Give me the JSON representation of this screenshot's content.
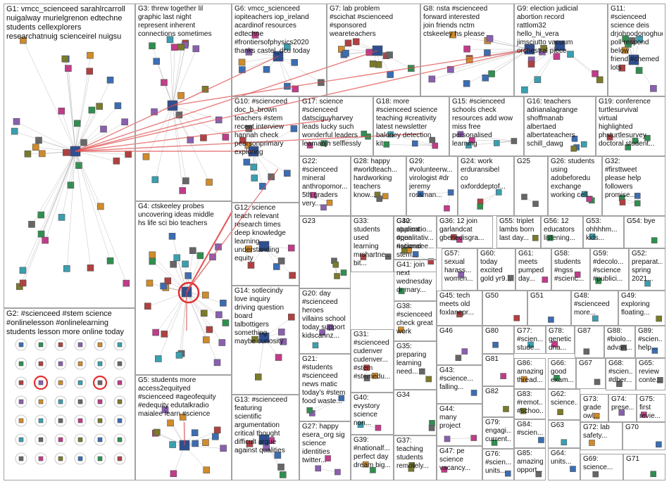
{
  "title": "",
  "groups": [
    {
      "id": "G1",
      "label": "G1: vmcc_scienceed sarahlrcarroll\nnuigalway murielgrenon edtechne\nstudents cellexplorers\nresearchatnuig scienceirel nuigsu"
    },
    {
      "id": "G2",
      "label": "G2: #scienceed #stem science\n#onlinelesson #onlinelearning\nstudents lesson more online today"
    },
    {
      "id": "G3",
      "label": "G3: threw together lil\ngraphic last night\nrepresent inherent\nconnections sometimes"
    },
    {
      "id": "G4",
      "label": "G4: ctskeeley probes\nuncovering ideas middle\nhs life sci bio teachers"
    },
    {
      "id": "G5",
      "label": "G5: students more\naccess2equityed\n#scienceed #ageofequity\n#edequity edutalkradio\nmaialee learn #science"
    },
    {
      "id": "G6",
      "label": "G6: vmcc_scienceed\niopiteachers iop_ireland\nacardinof resources\nedtechne\n#frontiersofphysics2020\nthanks castel_dcu today"
    },
    {
      "id": "G7",
      "label": "G7: lab problem\n#scichat #scienceed\n#sponsored\nweareteachers"
    },
    {
      "id": "G8",
      "label": "G8: nsta #scienceed\nforward interested\njoin friends nctm\nctskeeley hs please"
    },
    {
      "id": "G9",
      "label": "G9: election judicial\nabortion record\nrattlom32\nhello_hi_vera\njimsciutto vacuum\norchestral piece"
    },
    {
      "id": "G10",
      "label": "G10: #scienceed\ndoc_b_brown\nteachers #stem\nrecent interview\nhannah check\npearsonprimary\nexploring"
    },
    {
      "id": "G11",
      "label": "G11: #scienceed\nscience deis\ndrjohnodonoghue\npoll respond below\nfriend #chemed lots"
    },
    {
      "id": "G12",
      "label": "G12: science\nteach relevant\nresearch times\ndeep knowledge\nlearning\nunderstanding\nequity"
    },
    {
      "id": "G13",
      "label": "G13: #scienceed\nfeaturing\nscientific\nargumentation\ncritical thought\ndifficult argue\nagainst qualities"
    },
    {
      "id": "G14",
      "label": "G14: sotlecindy\nlove inquiry\ndriving question\nboard\ntalbottigers\nsomething\nmaybe curiosity"
    },
    {
      "id": "G15",
      "label": "G15: #scienceed\nschools check\nresources add wow\nmiss free\npersonalised\nlearning"
    },
    {
      "id": "G16",
      "label": "G16: teachers\nadrianalagrange\nshoffmanab\nalbertaed\nalbertateachers\nschill_dawg"
    },
    {
      "id": "G17",
      "label": "G17: science\n#scienceed\ndatsciguyharvey\nleads lucky such\nwonderful leaders\nleamanjh selflessly"
    },
    {
      "id": "G18",
      "label": "G18: more\n#scienceed science\nteaching #creativity\nlatest newsletter\nbaloney detection\nkit"
    },
    {
      "id": "G19",
      "label": "G19: conference\nturtlesurvival\nvirtual\nhighlighted\nphsturtlesurvey\ndoctoral student..."
    },
    {
      "id": "G20",
      "label": "G20: day\n#scienceed heroes\nvillains school\ntoday support\nkidscannz..."
    },
    {
      "id": "G21",
      "label": "G21: #students\n#scienceed\nnews matic\ntoday's #stem\nfood waste..."
    },
    {
      "id": "G22",
      "label": "G22:\n#scienceed\nmineral\nanthropomor...\n5th graders\nvery..."
    },
    {
      "id": "G23",
      "label": "G23"
    },
    {
      "id": "G24",
      "label": "G24: work\nerduransibel\nco\noxforddeptof..."
    },
    {
      "id": "G25",
      "label": "G25"
    },
    {
      "id": "G26",
      "label": "G26: students\nusing\nadobeforedu\nexchange\nworking cell..."
    },
    {
      "id": "G27",
      "label": "G27: happy\nesera_org sig\nscience\nidentities\ntwitter..."
    },
    {
      "id": "G28",
      "label": "G28: happy\n#worldteach...\nhardworking\nteachers\nknow..."
    },
    {
      "id": "G29",
      "label": "G29:\n#volunteerw...\nvirologist #dr\njeremy\nrossman..."
    },
    {
      "id": "G30",
      "label": "G30:\napplicatio...\nopen\nnational\nstem..."
    },
    {
      "id": "G31",
      "label": "G31:\n#scienceed\ncudenver\ncudenver...\n#stem\n#stemedu..."
    },
    {
      "id": "G32",
      "label": "G32:\n#firsttweet\nplease help\nfollowers\npromise..."
    },
    {
      "id": "G33",
      "label": "G33:\nstudents\nused\nlearning\nmrshartne...\nbit..."
    },
    {
      "id": "G34",
      "label": "G34"
    },
    {
      "id": "G35",
      "label": "G35:\npreparing\nlearning\nneed..."
    },
    {
      "id": "G36",
      "label": "G36: 12 join\ngarlandcat\ngbenedisgra..."
    },
    {
      "id": "G37",
      "label": "G37:\nteaching\nstudents\nremotely..."
    },
    {
      "id": "G38",
      "label": "G38:\n#scienceed\ncheck great\nwork"
    },
    {
      "id": "G39",
      "label": "G39:\n#nationalf...\nperfect day\ndream big..."
    },
    {
      "id": "G40",
      "label": "G40:\nevystory\nscience\nnon..."
    },
    {
      "id": "G41",
      "label": "G41: join\nnext\nwednesday\ndr mary..."
    },
    {
      "id": "G42",
      "label": "G42:\nstudent\n#qualitativ...\n#sciencee..."
    },
    {
      "id": "G43",
      "label": "G43:\n#science...\nfalling..."
    },
    {
      "id": "G44",
      "label": "G44:\nmany\nproject"
    },
    {
      "id": "G45",
      "label": "G45: tech\nmeets old\nfoxlanepr..."
    },
    {
      "id": "G46",
      "label": "G46"
    },
    {
      "id": "G47",
      "label": "G47: pe\nscience\nvacancy..."
    },
    {
      "id": "G48",
      "label": "G48:\n#scienceed\nmore..."
    },
    {
      "id": "G49",
      "label": "G49:\nexploring\nfloating..."
    },
    {
      "id": "G50",
      "label": "G50"
    },
    {
      "id": "G51",
      "label": "G51"
    },
    {
      "id": "G52",
      "label": "G52:\npreparat...\nspring\n2021..."
    },
    {
      "id": "G53",
      "label": "G53:\nohhhhm...\nkids..."
    },
    {
      "id": "G54",
      "label": "G54: bye"
    },
    {
      "id": "G55",
      "label": "G55: triplet\nlambs born\nlast day..."
    },
    {
      "id": "G56",
      "label": "G56: 12\neducators\nlistening..."
    },
    {
      "id": "G57",
      "label": "G57:\nsexual\nharass...\nwomen..."
    },
    {
      "id": "G58",
      "label": "G58:\nstudents\n#ngss\n#scienc..."
    },
    {
      "id": "G59",
      "label": "G59:\n#decolo...\n#science\n#publici..."
    },
    {
      "id": "G60",
      "label": "G60:\ntoday\nexcited\ngold yr9..."
    },
    {
      "id": "G61",
      "label": "G61:\nmeets\npumped\nday..."
    },
    {
      "id": "G62",
      "label": "G62:\nscience..."
    },
    {
      "id": "G63",
      "label": "G63"
    },
    {
      "id": "G64",
      "label": "G64:\nunits..."
    },
    {
      "id": "G65",
      "label": "G65:\nreview\nconte..."
    },
    {
      "id": "G66",
      "label": "G66:\ngood\nexam..."
    },
    {
      "id": "G67",
      "label": "G67"
    },
    {
      "id": "G68",
      "label": "G68:\n#scien...\n#dber..."
    },
    {
      "id": "G69",
      "label": "G69:\nscience..."
    },
    {
      "id": "G70",
      "label": "G70"
    },
    {
      "id": "G71",
      "label": "G71"
    },
    {
      "id": "G72",
      "label": "G72: lab\nsafety..."
    },
    {
      "id": "G73",
      "label": "G73:\ngrade\nowl..."
    },
    {
      "id": "G74",
      "label": "G74:\nprese..."
    },
    {
      "id": "G75",
      "label": "G75:\nfirst\nrevie..."
    },
    {
      "id": "G76",
      "label": "G76:\n#scien...\nunits..."
    },
    {
      "id": "G77",
      "label": "G77:\n#scien...\nstude..."
    },
    {
      "id": "G78",
      "label": "G78:\ngenetic\ndna..."
    },
    {
      "id": "G79",
      "label": "G79:\nengagi...\ncurrent..."
    },
    {
      "id": "G80",
      "label": "G80"
    },
    {
      "id": "G81",
      "label": "G81"
    },
    {
      "id": "G82",
      "label": "G82"
    },
    {
      "id": "G83",
      "label": "G83:\n#remot...\n#schoo..."
    },
    {
      "id": "G84",
      "label": "G84:\n#scien..."
    },
    {
      "id": "G85",
      "label": "G85:\namazing\nopport..."
    },
    {
      "id": "G86",
      "label": "G86:\namazing\nthread..."
    },
    {
      "id": "G87",
      "label": "G87"
    },
    {
      "id": "G88",
      "label": "G88:\n#biolo...\nadvan..."
    },
    {
      "id": "G89",
      "label": "G89:\n#scien...\nhelp..."
    }
  ]
}
